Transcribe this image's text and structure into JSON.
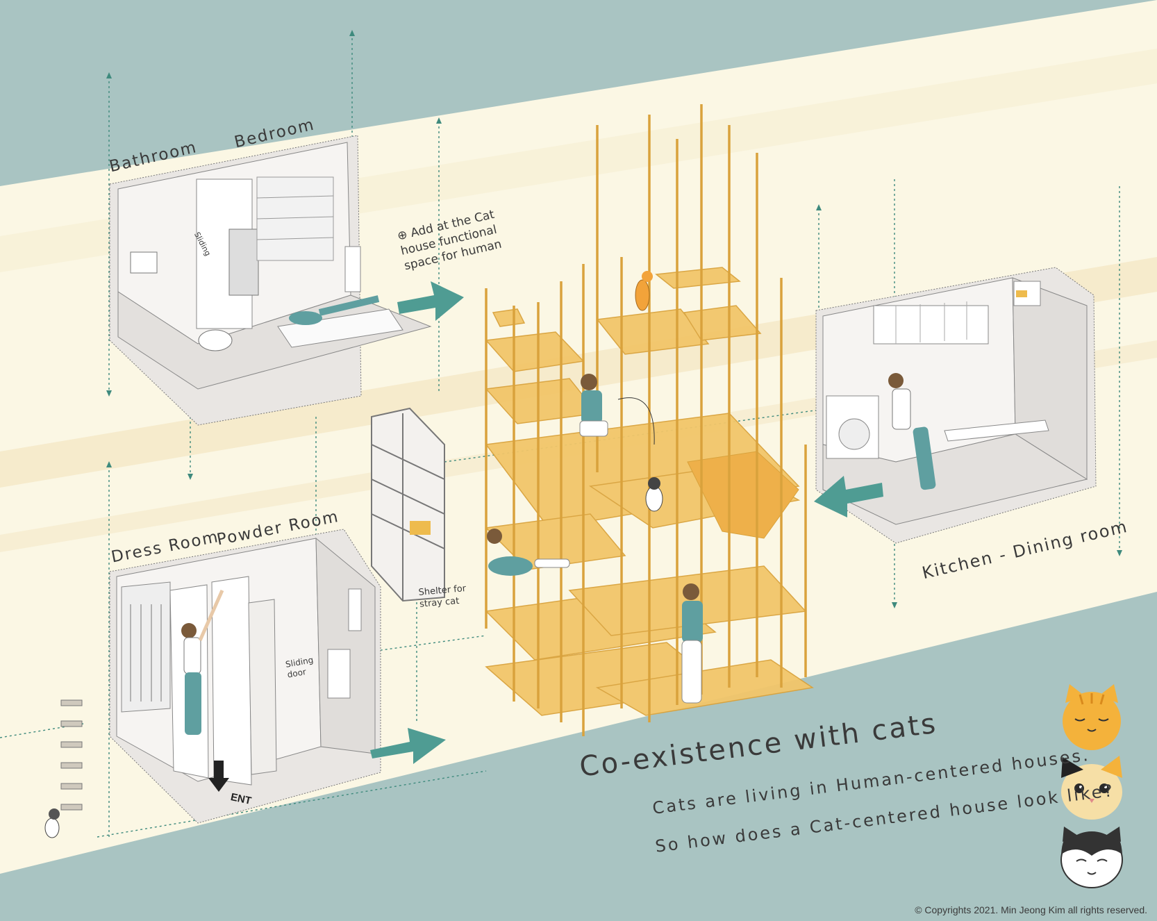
{
  "labels": {
    "bathroom": "Bathroom",
    "bedroom": "Bedroom",
    "dress_room": "Dress Room",
    "powder_room": "Powder Room",
    "kitchen": "Kitchen - Dining room",
    "add_note": "⊕ Add at the Cat house functional space for human",
    "sliding": "Sliding",
    "sliding_door": "Sliding door",
    "shelter": "Shelter for stray cat",
    "ent": "ENT"
  },
  "heading": {
    "title": "Co-existence with cats",
    "line1": "Cats are living in Human-centered houses.",
    "line2": "So how does a Cat-centered house look like?"
  },
  "copyright": "© Copyrights 2021. Min Jeong Kim all rights reserved.",
  "colors": {
    "background_teal": "#a9c4c2",
    "band_cream": "#fbf7e4",
    "structure_yellow": "#eebb4d",
    "arrow_teal": "#4f9c93",
    "person_teal": "#5f9fa0"
  },
  "icons": [
    "orange-cat-face-icon",
    "calico-cat-face-icon",
    "tuxedo-cat-face-icon"
  ]
}
